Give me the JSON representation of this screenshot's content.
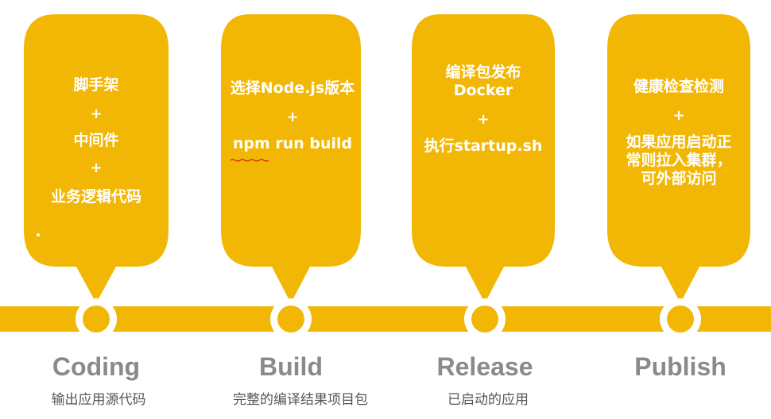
{
  "colors": {
    "accent": "#F2B705",
    "bubble_text": "#ffffff",
    "stage_title": "#8a8a8a",
    "stage_desc": "#555555"
  },
  "stages": [
    {
      "title": "Coding",
      "description": "输出应用源代码",
      "bubble_lines": [
        "脚手架",
        "+",
        "中间件",
        "+",
        "业务逻辑代码"
      ]
    },
    {
      "title": "Build",
      "description": "完整的编译结果项目包",
      "bubble_lines": [
        "选择Node.js版本",
        "+",
        "npm run build"
      ]
    },
    {
      "title": "Release",
      "description": "已启动的应用",
      "bubble_lines": [
        "编译包发布",
        "Docker",
        "+",
        "执行startup.sh"
      ]
    },
    {
      "title": "Publish",
      "description": "",
      "bubble_lines": [
        "健康检查检测",
        "+",
        "如果应用启动正",
        "常则拉入集群，",
        "可外部访问"
      ]
    }
  ]
}
